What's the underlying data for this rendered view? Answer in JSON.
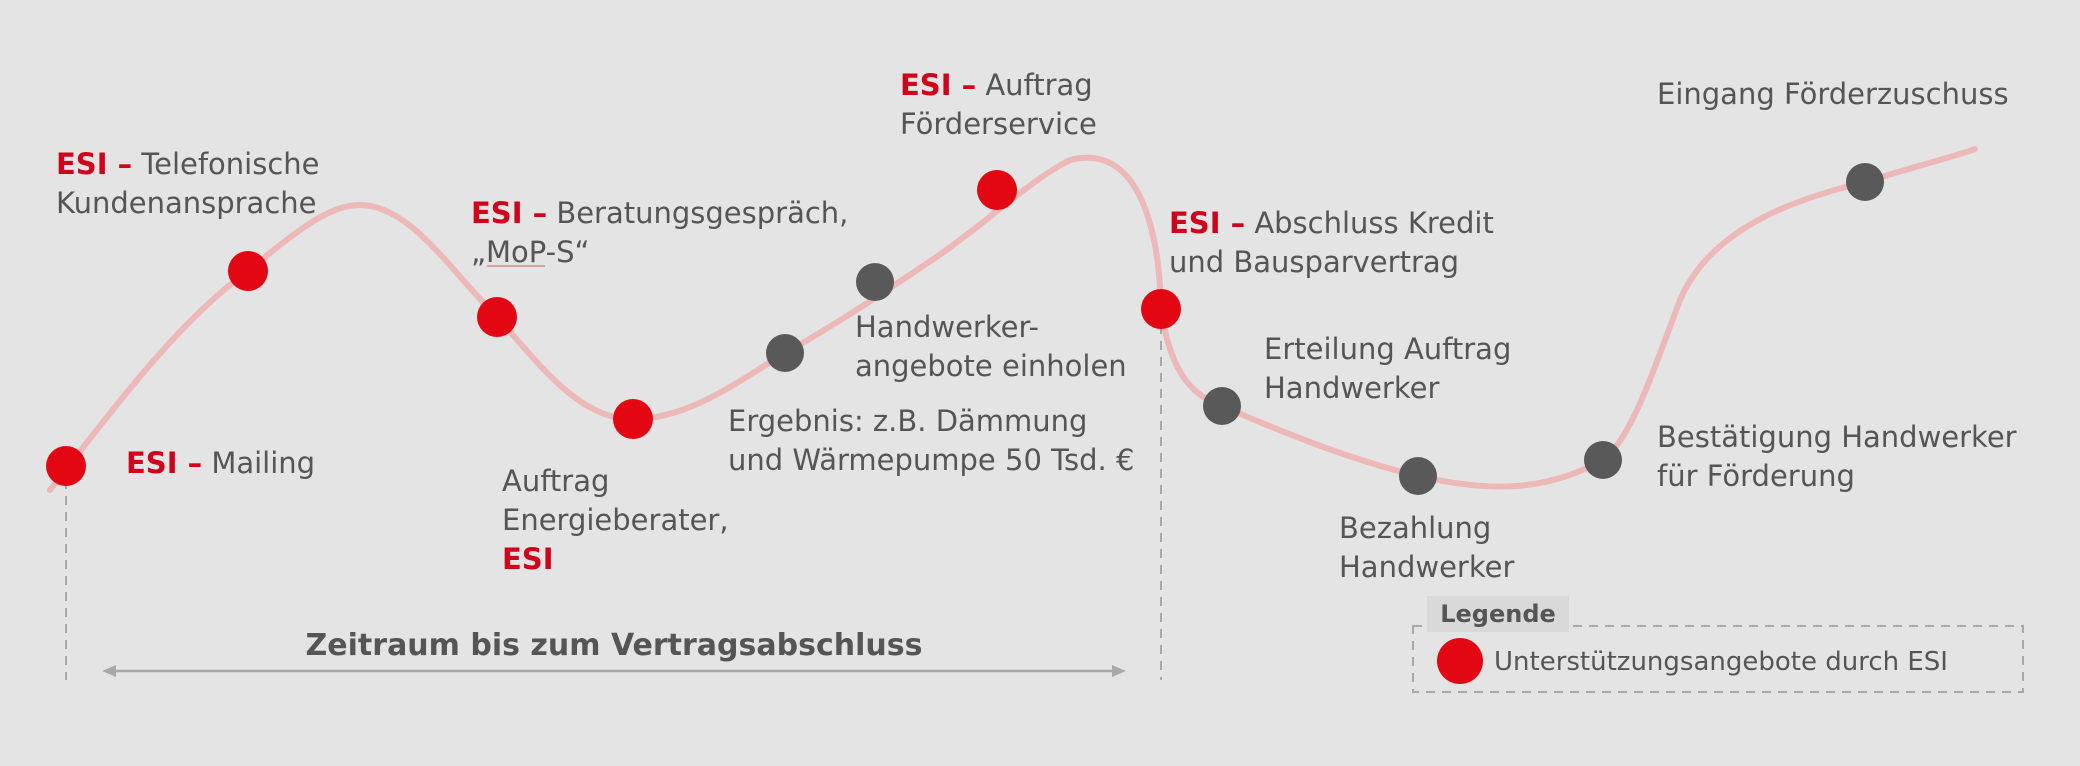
{
  "esi_prefix": "ESI –",
  "esi_word": "ESI",
  "labels": {
    "mailing": "Mailing",
    "telefon_1": "Telefonische",
    "telefon_2": "Kundenansprache",
    "beratung_1": "Beratungsgespräch,",
    "beratung_2": "„MoP-S“",
    "auftrag_energie_1": "Auftrag",
    "auftrag_energie_2": "Energieberater,",
    "ergebnis_1": "Ergebnis: z.B. Dämmung",
    "ergebnis_2": "und Wärmepumpe 50 Tsd. €",
    "handwerker_1": "Handwerker-",
    "handwerker_2": "angebote einholen",
    "foerderservice_1": "Auftrag",
    "foerderservice_2": "Förderservice",
    "abschluss_1": "Abschluss Kredit",
    "abschluss_2": "und Bausparvertrag",
    "erteilung_1": "Erteilung Auftrag",
    "erteilung_2": "Handwerker",
    "bezahlung_1": "Bezahlung",
    "bezahlung_2": "Handwerker",
    "bestaetigung_1": "Bestätigung Handwerker",
    "bestaetigung_2": "für Förderung",
    "eingang": "Eingang Förderzuschuss"
  },
  "period_label": "Zeitraum bis zum Vertragsabschluss",
  "legend": {
    "title": "Legende",
    "esi_support": "Unterstützungsangebote durch ESI"
  },
  "colors": {
    "esi_red": "#e30613",
    "neutral_gray": "#595959",
    "curve": "#ecb8b8",
    "text": "#555555",
    "background": "#e4e4e4"
  }
}
